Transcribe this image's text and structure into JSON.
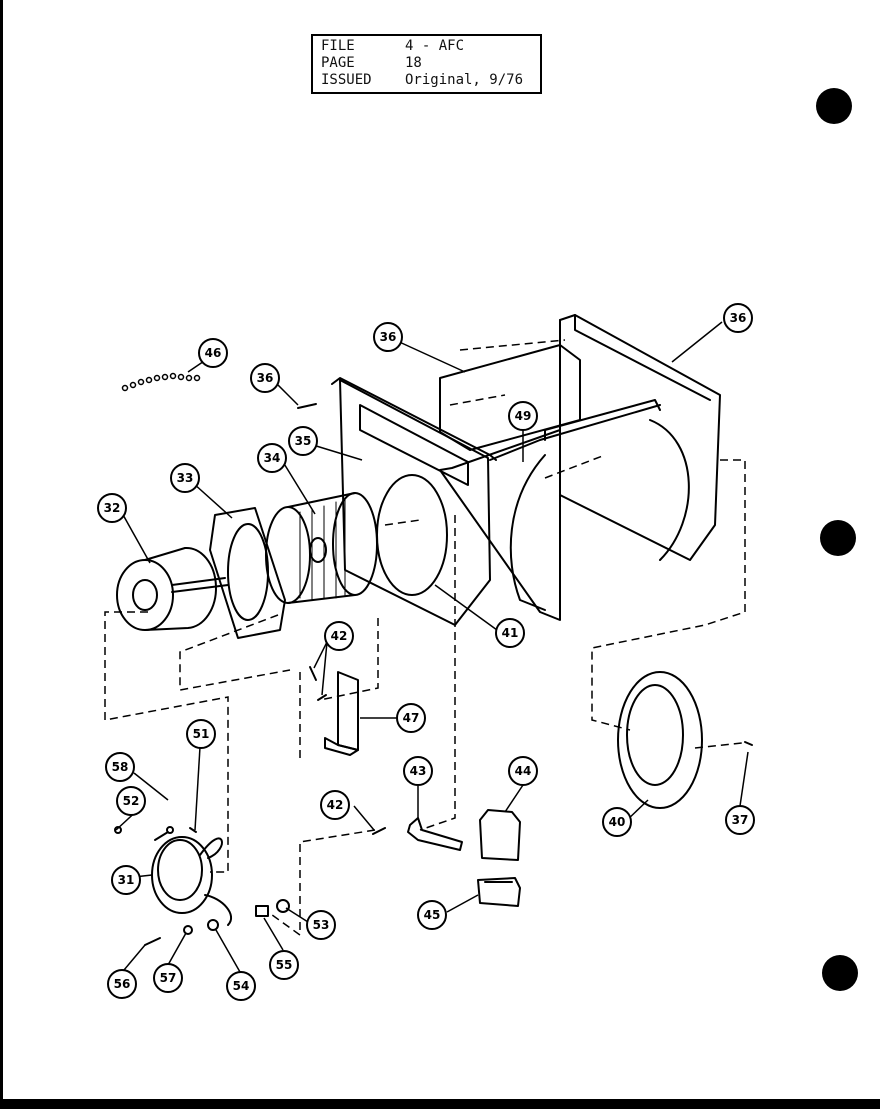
{
  "info": {
    "file_label": "FILE",
    "file_value": "4 - AFC",
    "page_label": "PAGE",
    "page_value": "18",
    "issued_label": "ISSUED",
    "issued_value": "Original, 9/76"
  },
  "callouts": {
    "c31": "31",
    "c32": "32",
    "c33": "33",
    "c34": "34",
    "c35": "35",
    "c36a": "36",
    "c36b": "36",
    "c36c": "36",
    "c37": "37",
    "c40": "40",
    "c41": "41",
    "c42a": "42",
    "c42b": "42",
    "c43": "43",
    "c44": "44",
    "c45": "45",
    "c46": "46",
    "c47": "47",
    "c49": "49",
    "c51": "51",
    "c52": "52",
    "c53": "53",
    "c54": "54",
    "c55": "55",
    "c56": "56",
    "c57": "57",
    "c58": "58"
  }
}
